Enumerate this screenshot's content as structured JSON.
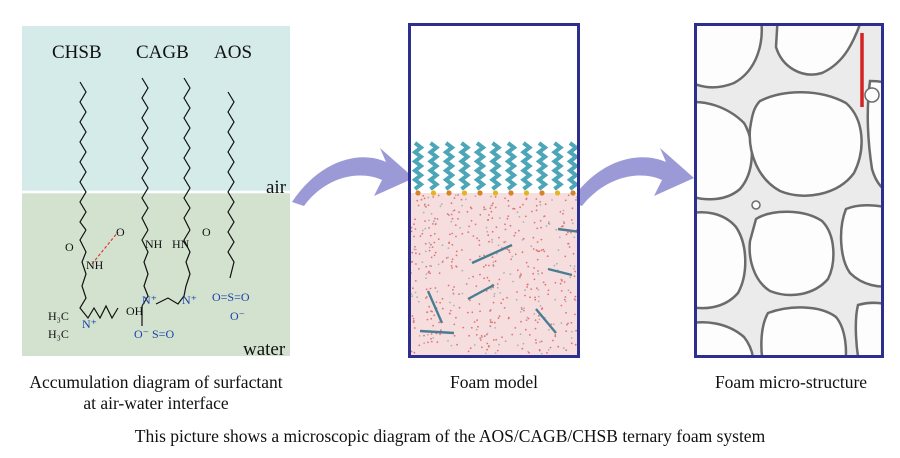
{
  "labels": {
    "chsb": "CHSB",
    "cagb": "CAGB",
    "aos": "AOS",
    "air": "air",
    "water": "water"
  },
  "captions": {
    "accumulation": "Accumulation diagram of surfactant at air-water interface",
    "foam_model": "Foam model",
    "micro_structure": "Foam micro-structure"
  },
  "footer": "This picture shows a microscopic diagram of the AOS/CAGB/CHSB ternary foam system",
  "colors": {
    "air_bg": "#d4ebea",
    "water_bg": "#d3e2cf",
    "arrow": "#9c9ad6",
    "frame": "#2d2f8e",
    "scale_bar": "#d32323",
    "molecule_text_blue": "#1a3fa8",
    "hbond": "#e23a3a"
  },
  "icons": [
    "arrow-right-icon",
    "arrow-right-icon"
  ]
}
